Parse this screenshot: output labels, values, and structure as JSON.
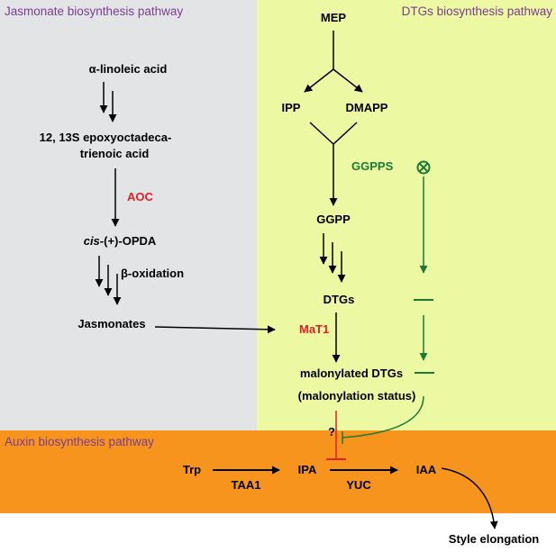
{
  "colors": {
    "jasmonate_bg": "#e3e4e6",
    "dtg_bg": "#ecf9a2",
    "auxin_bg": "#f7941d",
    "title_purple": "#7b3c93",
    "enzyme_red": "#e61e25",
    "enzyme_green": "#1b7a35",
    "arrow_black": "#000000"
  },
  "panels": {
    "jasmonate_title": "Jasmonate biosynthesis pathway",
    "dtg_title": "DTGs biosynthesis pathway",
    "auxin_title": "Auxin biosynthesis pathway"
  },
  "jasmonate": {
    "linoleic": "α-linoleic acid",
    "epoxy_line1": "12, 13S epoxyoctadeca-",
    "epoxy_line2": "trienoic acid",
    "aoc": "AOC",
    "opda_italic": "cis",
    "opda_rest": "-(+)-OPDA",
    "beta_oxidation": "β-oxidation",
    "jasmonates": "Jasmonates"
  },
  "dtg": {
    "mep": "MEP",
    "ipp": "IPP",
    "dmapp": "DMAPP",
    "ggpps": "GGPPS",
    "ggpp": "GGPP",
    "dtgs": "DTGs",
    "mat1": "MaT1",
    "malonylated": "malonylated DTGs",
    "status": "(malonylation status)"
  },
  "auxin": {
    "question": "?",
    "trp": "Trp",
    "taa1": "TAA1",
    "ipa": "IPA",
    "yuc": "YUC",
    "iaa": "IAA",
    "style": "Style elongation"
  }
}
